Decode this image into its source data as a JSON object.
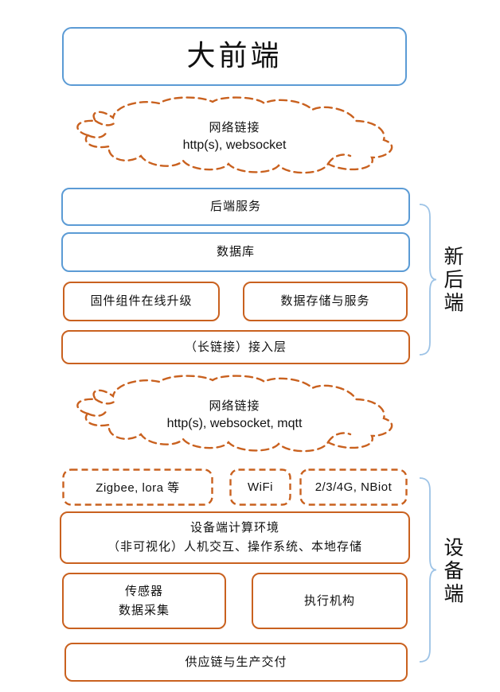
{
  "colors": {
    "blue_border": "#5B9BD5",
    "orange_border": "#C9611F",
    "bracket_blue": "#9DC3E6",
    "text": "#111111",
    "background": "#FFFFFF"
  },
  "title": "大前端",
  "clouds": {
    "top": {
      "line1": "网络链接",
      "line2": "http(s), websocket"
    },
    "bottom": {
      "line1": "网络链接",
      "line2": "http(s), websocket, mqtt"
    }
  },
  "backend_section": {
    "bracket_label": "新后端",
    "backend_service": "后端服务",
    "database": "数据库",
    "firmware_upgrade": "固件组件在线升级",
    "data_storage": "数据存储与服务",
    "access_layer": "（长链接）接入层"
  },
  "device_section": {
    "bracket_label": "设备端",
    "zigbee": "Zigbee, lora 等",
    "wifi": "WiFi",
    "cellular": "2/3/4G, NBiot",
    "env_line1": "设备端计算环境",
    "env_line2": "（非可视化）人机交互、操作系统、本地存储",
    "sensor_line1": "传感器",
    "sensor_line2": "数据采集",
    "actuator": "执行机构",
    "supply_chain": "供应链与生产交付"
  }
}
